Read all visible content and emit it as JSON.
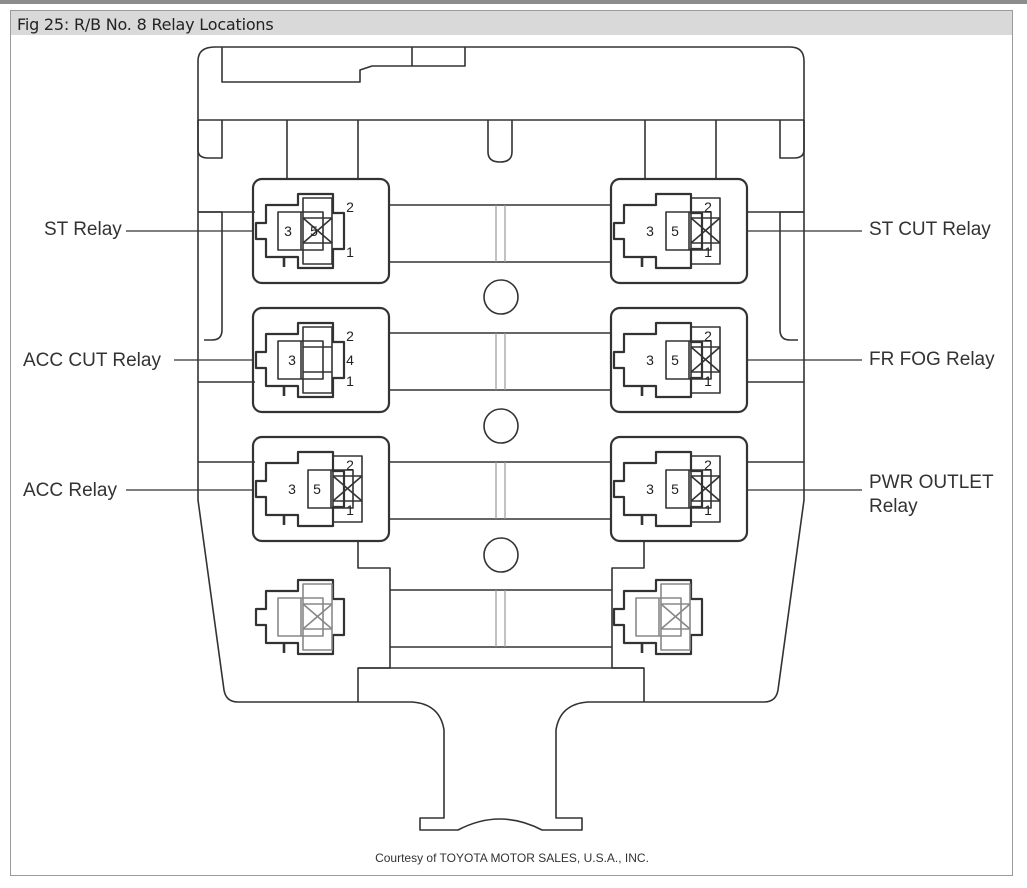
{
  "figure": {
    "title": "Fig 25: R/B No. 8 Relay Locations",
    "credit": "Courtesy of TOYOTA MOTOR SALES, U.S.A., INC."
  },
  "relays": {
    "st": {
      "label": "ST Relay",
      "pins": [
        "3",
        "5",
        "2",
        "1"
      ]
    },
    "acc_cut": {
      "label": "ACC CUT Relay",
      "pins": [
        "3",
        "2",
        "4",
        "1"
      ]
    },
    "acc": {
      "label": "ACC Relay",
      "pins": [
        "3",
        "5",
        "2",
        "1"
      ]
    },
    "st_cut": {
      "label": "ST CUT Relay",
      "pins": [
        "3",
        "5",
        "2",
        "1"
      ]
    },
    "fr_fog": {
      "label": "FR FOG Relay",
      "pins": [
        "3",
        "5",
        "2",
        "1"
      ]
    },
    "pwr_outlet": {
      "label_line1": "PWR OUTLET",
      "label_line2": "Relay",
      "pins": [
        "3",
        "5",
        "2",
        "1"
      ]
    }
  }
}
